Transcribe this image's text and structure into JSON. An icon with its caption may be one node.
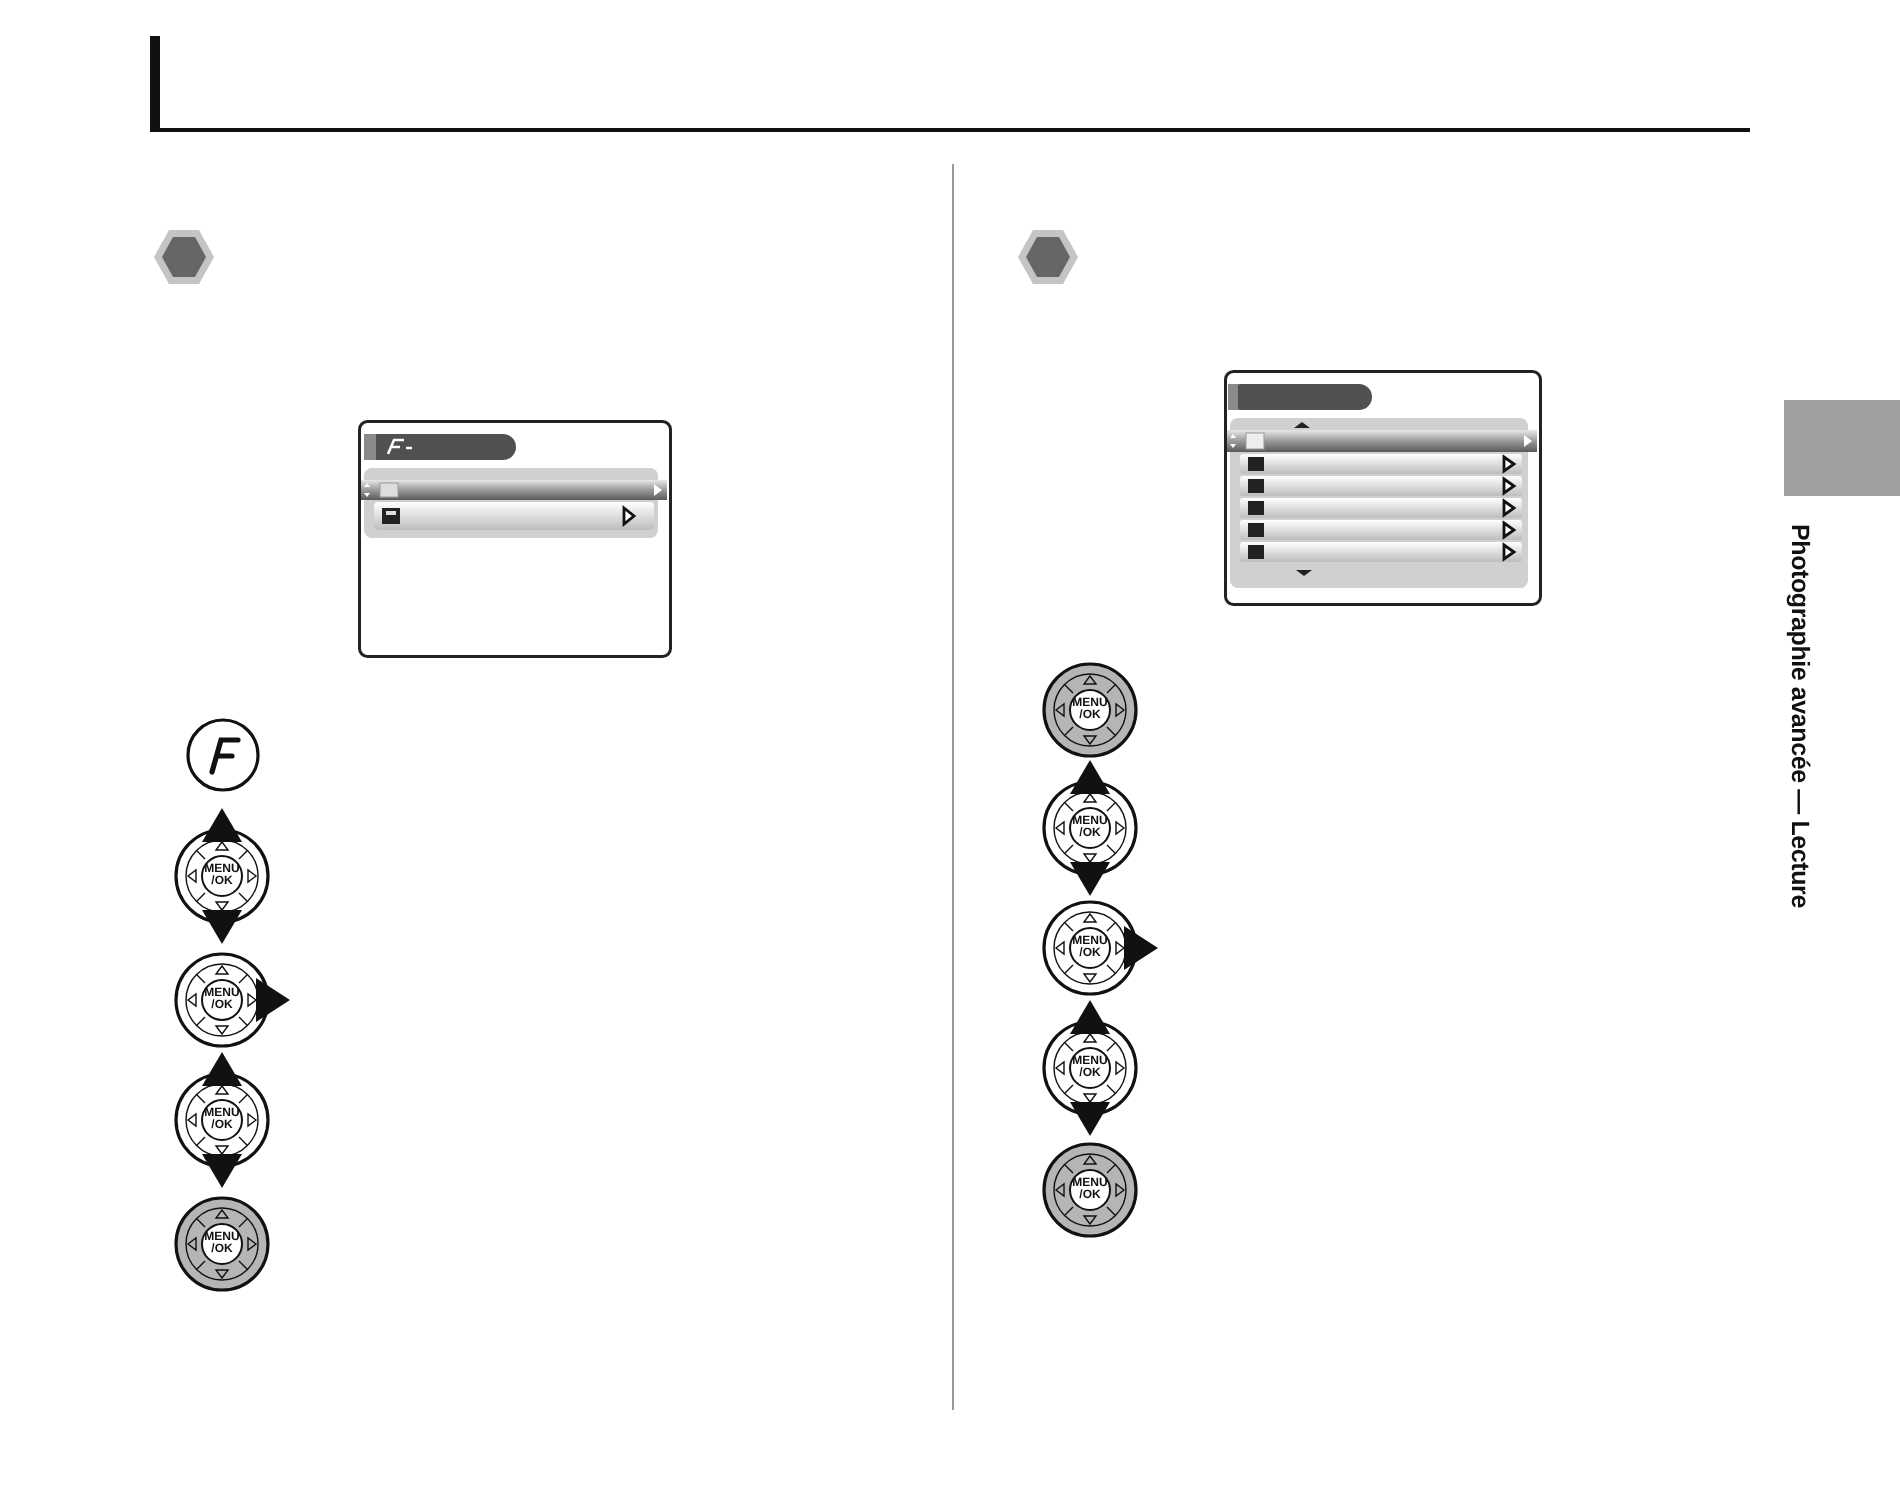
{
  "diagram": {
    "labels": [
      "MENU /OK",
      "MENU /OK",
      "MENU /OK",
      "MENU /OK",
      "MENU /OK",
      "MENU /OK",
      "MENU /OK",
      "MENU /OK",
      "MENU /OK",
      "Photographie avancée — Lecture"
    ]
  }
}
